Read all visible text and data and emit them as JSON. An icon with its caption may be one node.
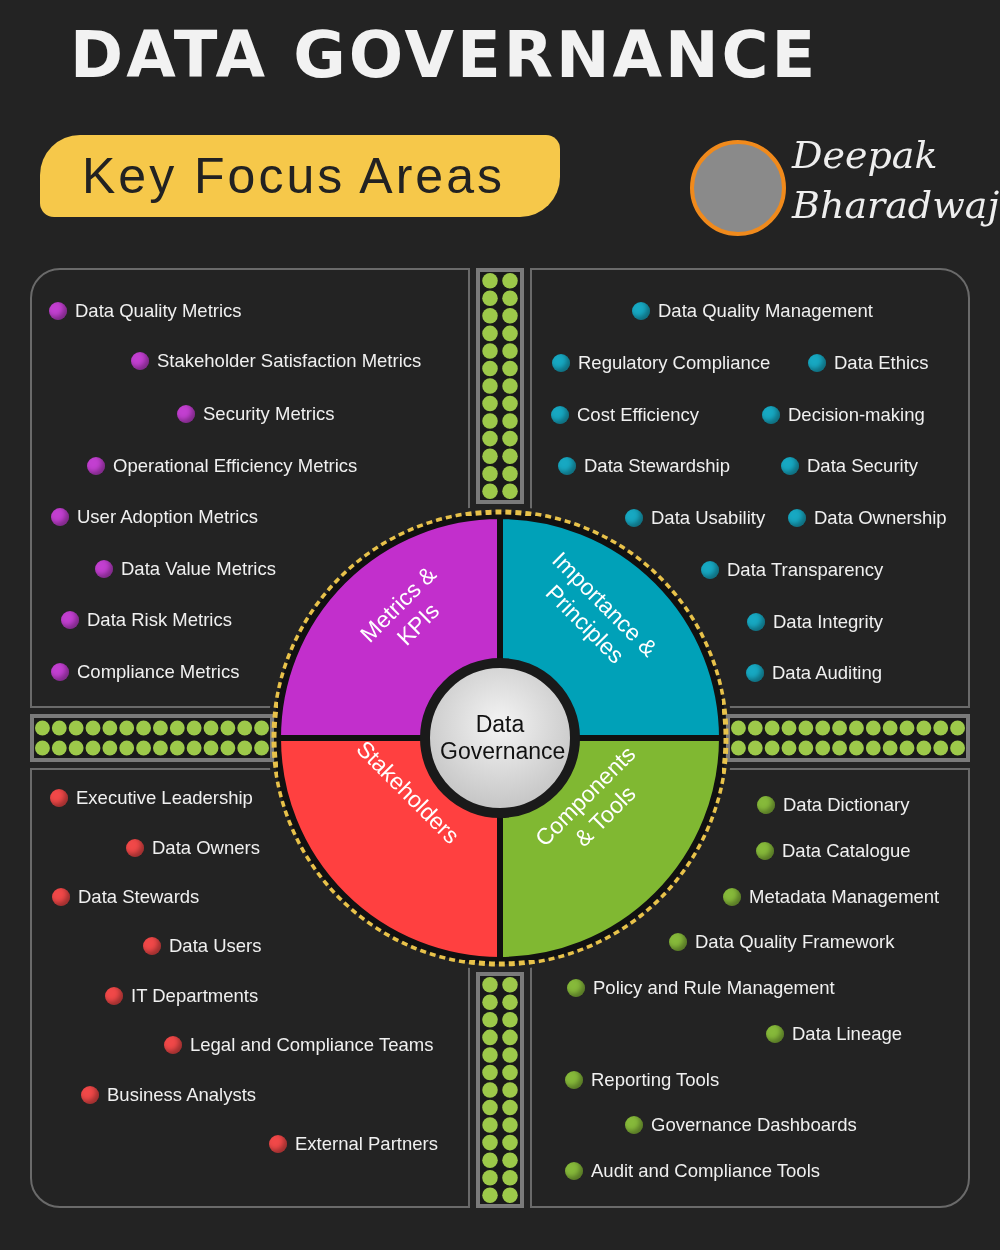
{
  "diagram": {
    "title": "DATA GOVERNANCE",
    "nodes": [
      {
        "text": [
          "Data Governance"
        ]
      },
      {
        "text": [
          "Metrics & KPIs"
        ]
      },
      {
        "text": [
          "Importance & Principles"
        ]
      },
      {
        "text": [
          "Stakeholders"
        ]
      },
      {
        "text": [
          "Components & Tools"
        ]
      },
      {
        "text": [
          "Data Quality Metrics",
          "Stakeholder Satisfaction Metrics",
          "Security Metrics",
          "Operational Efficiency Metrics",
          "User Adoption Metrics",
          "Data Value Metrics",
          "Data Risk Metrics",
          "Compliance Metrics"
        ]
      },
      {
        "text": [
          "Data Quality Management",
          "Regulatory Compliance",
          "Data Ethics",
          "Cost Efficiency",
          "Decision-making",
          "Data Stewardship",
          "Data Security",
          "Data Usability",
          "Data Ownership",
          "Data Transparency",
          "Data Integrity",
          "Data Auditing"
        ]
      },
      {
        "text": [
          "Executive Leadership",
          "Data Owners",
          "Data Stewards",
          "Data Users",
          "IT Departments",
          "Legal and Compliance Teams",
          "Business Analysts",
          "External Partners"
        ]
      },
      {
        "text": [
          "Data Dictionary",
          "Data Catalogue",
          "Metadata Management",
          "Data Quality Framework",
          "Policy and Rule Management",
          "Data Lineage",
          "Reporting Tools",
          "Governance Dashboards",
          "Audit and Compliance Tools"
        ]
      }
    ],
    "edges": [],
    "labels": [
      "Key Focus Areas",
      "Deepak Bharadwaj"
    ]
  }
}
